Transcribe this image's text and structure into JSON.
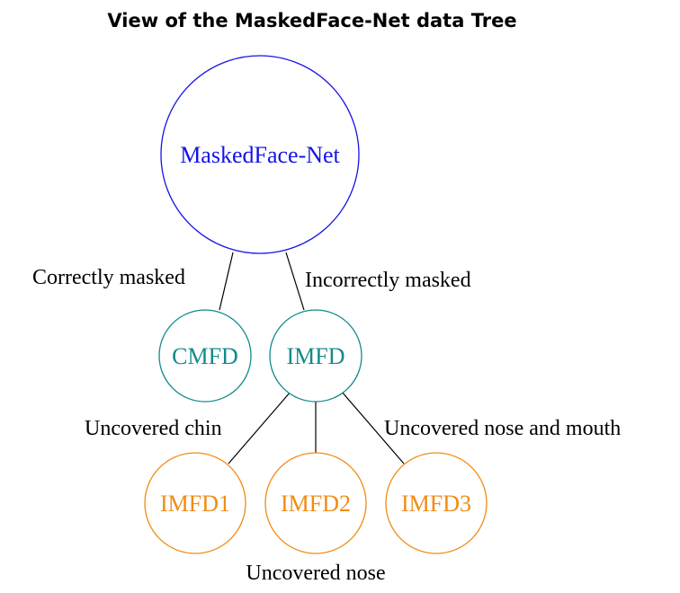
{
  "title": "View of the MaskedFace-Net data Tree",
  "colors": {
    "root": "#1414e6",
    "level1": "#138a8a",
    "level2": "#f08c14",
    "edge": "#000000"
  },
  "nodes": {
    "root": {
      "label": "MaskedFace-Net"
    },
    "cmfd": {
      "label": "CMFD"
    },
    "imfd": {
      "label": "IMFD"
    },
    "imfd1": {
      "label": "IMFD1"
    },
    "imfd2": {
      "label": "IMFD2"
    },
    "imfd3": {
      "label": "IMFD3"
    }
  },
  "edges": {
    "root_cmfd": {
      "label": "Correctly masked"
    },
    "root_imfd": {
      "label": "Incorrectly masked"
    },
    "imfd_imfd1": {
      "label": "Uncovered chin"
    },
    "imfd_imfd2": {
      "label": "Uncovered nose"
    },
    "imfd_imfd3": {
      "label": "Uncovered nose and mouth"
    }
  }
}
